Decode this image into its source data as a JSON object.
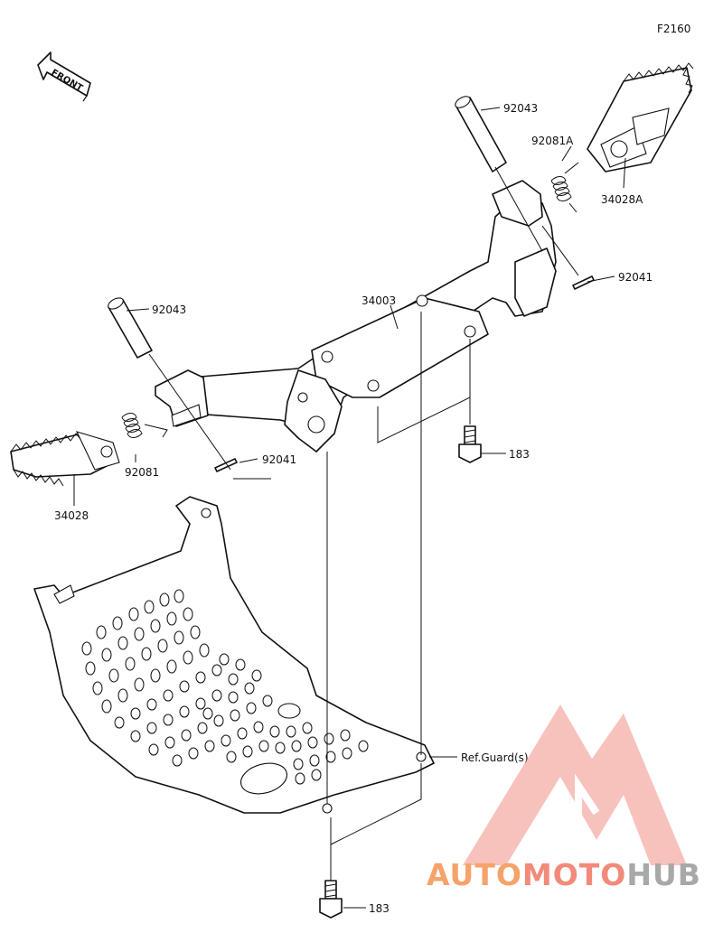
{
  "figure_code": "F2160",
  "front_label": "FRONT",
  "callouts": {
    "bracket": "34003",
    "pin_right": "92043",
    "spring_right": "92081A",
    "footpeg_right": "34028A",
    "cotter_right": "92041",
    "pin_left": "92043",
    "spring_left": "92081",
    "footpeg_left": "34028",
    "cotter_left": "92041",
    "bolt_upper": "183",
    "bolt_lower": "183",
    "guard_ref": "Ref.Guard(s)"
  },
  "watermark": {
    "part1": "AUTO",
    "part2": "MOTO",
    "part3": "HUB",
    "color_main": "#f5a36a",
    "color_mid": "#f28a7a",
    "color_dark": "#b0b0b0",
    "logo_color": "#f39a90"
  }
}
